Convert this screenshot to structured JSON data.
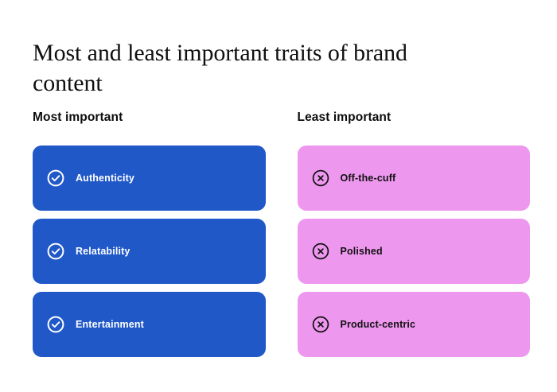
{
  "title": "Most and least important traits of brand content",
  "colors": {
    "blue": "#2158c8",
    "pink": "#ee97ee",
    "text_dark": "#101010",
    "text_light": "#ffffff",
    "background": "#ffffff"
  },
  "columns": [
    {
      "header": "Most important",
      "variant": "blue",
      "icon": "check-circle-icon",
      "items": [
        {
          "label": "Authenticity"
        },
        {
          "label": "Relatability"
        },
        {
          "label": "Entertainment"
        }
      ]
    },
    {
      "header": "Least important",
      "variant": "pink",
      "icon": "x-circle-icon",
      "items": [
        {
          "label": "Off-the-cuff"
        },
        {
          "label": "Polished"
        },
        {
          "label": "Product-centric"
        }
      ]
    }
  ]
}
